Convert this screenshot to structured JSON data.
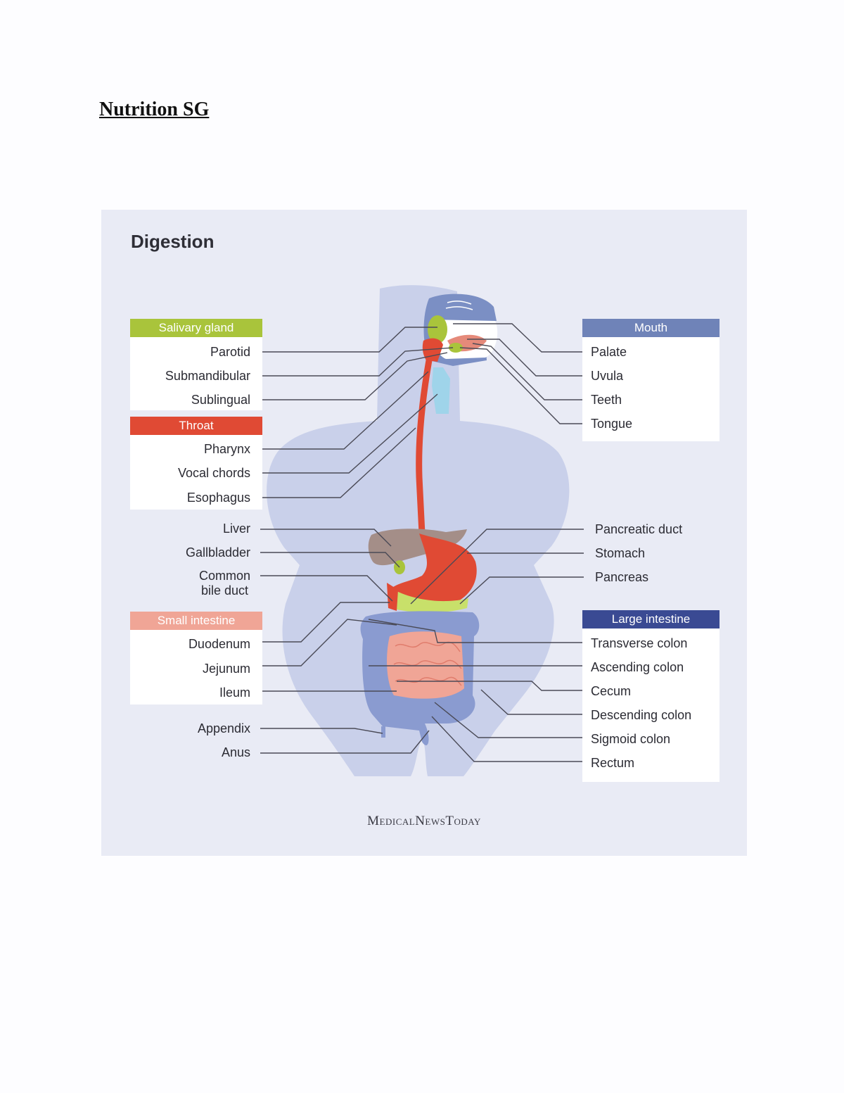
{
  "document": {
    "title": "Nutrition SG"
  },
  "diagram": {
    "title": "Digestion",
    "logo": "MedicalNewsToday",
    "colors": {
      "salivary": "#a9c43b",
      "throat": "#e04a34",
      "small_intestine": "#f0a596",
      "mouth": "#6f83b8",
      "large_intestine": "#3a4a93",
      "panel_bg": "#e9ebf5",
      "body": "#c9d0ea"
    },
    "groups": {
      "salivary": {
        "label": "Salivary gland",
        "items": [
          "Parotid",
          "Submandibular",
          "Sublingual"
        ]
      },
      "throat": {
        "label": "Throat",
        "items": [
          "Pharynx",
          "Vocal chords",
          "Esophagus"
        ]
      },
      "ungrouped_left": {
        "items": [
          "Liver",
          "Gallbladder",
          "Common\nbile duct"
        ]
      },
      "small_intestine": {
        "label": "Small intestine",
        "items": [
          "Duodenum",
          "Jejunum",
          "Ileum"
        ]
      },
      "ungrouped_left_bottom": {
        "items": [
          "Appendix",
          "Anus"
        ]
      },
      "mouth": {
        "label": "Mouth",
        "items": [
          "Palate",
          "Uvula",
          "Teeth",
          "Tongue"
        ]
      },
      "ungrouped_right": {
        "items": [
          "Pancreatic duct",
          "Stomach",
          "Pancreas"
        ]
      },
      "large_intestine": {
        "label": "Large intestine",
        "items": [
          "Transverse colon",
          "Ascending colon",
          "Cecum",
          "Descending colon",
          "Sigmoid colon",
          "Rectum"
        ]
      }
    }
  }
}
